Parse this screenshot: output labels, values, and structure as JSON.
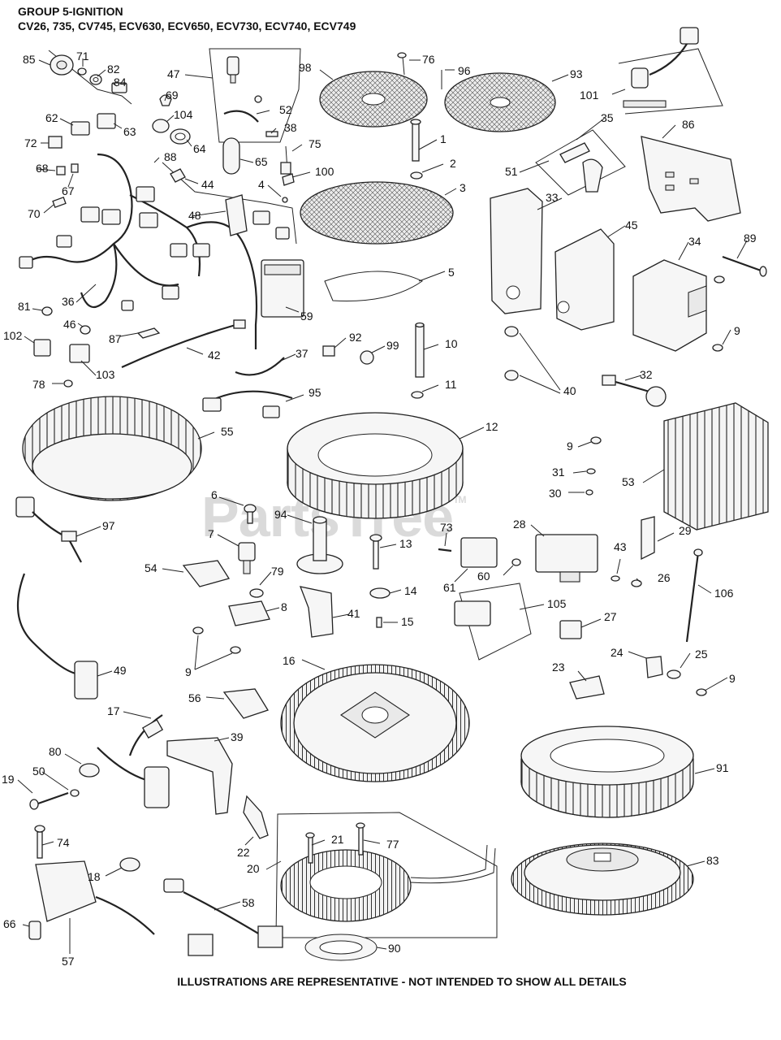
{
  "header": {
    "title": "GROUP 5-IGNITION",
    "models": "CV26, 735, CV745, ECV630, ECV650,  ECV730, ECV740, ECV749"
  },
  "footer": "ILLUSTRATIONS ARE REPRESENTATIVE - NOT INTENDED TO SHOW ALL DETAILS",
  "watermark": "PartsTree",
  "watermark_tm": "TM",
  "callouts": [
    "85",
    "71",
    "82",
    "84",
    "47",
    "69",
    "104",
    "52",
    "38",
    "62",
    "63",
    "72",
    "64",
    "68",
    "67",
    "88",
    "65",
    "44",
    "70",
    "75",
    "4",
    "100",
    "48",
    "98",
    "76",
    "96",
    "93",
    "101",
    "1",
    "2",
    "3",
    "35",
    "51",
    "86",
    "33",
    "45",
    "89",
    "34",
    "9",
    "5",
    "59",
    "36",
    "81",
    "46",
    "102",
    "87",
    "42",
    "103",
    "37",
    "92",
    "99",
    "10",
    "11",
    "40",
    "32",
    "78",
    "95",
    "55",
    "12",
    "9",
    "31",
    "30",
    "53",
    "6",
    "94",
    "97",
    "7",
    "13",
    "73",
    "28",
    "29",
    "54",
    "79",
    "60",
    "61",
    "43",
    "14",
    "41",
    "26",
    "106",
    "8",
    "15",
    "105",
    "27",
    "49",
    "16",
    "9",
    "24",
    "25",
    "23",
    "9",
    "56",
    "17",
    "39",
    "80",
    "19",
    "50",
    "91",
    "22",
    "74",
    "21",
    "77",
    "20",
    "83",
    "18",
    "58",
    "66",
    "57",
    "90"
  ],
  "colors": {
    "ink": "#111111",
    "background": "#ffffff",
    "watermark": "#969696"
  }
}
